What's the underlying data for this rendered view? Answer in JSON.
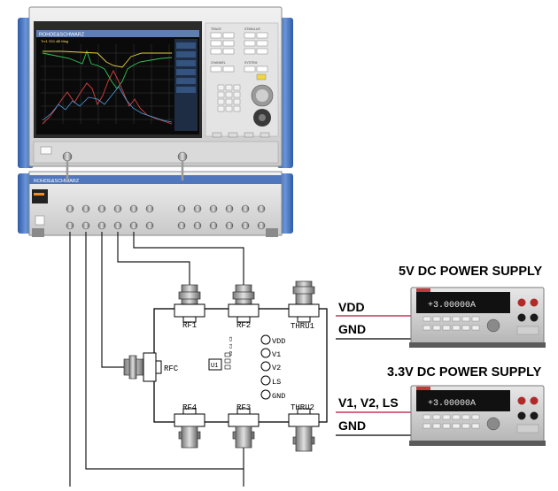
{
  "instrument": {
    "brand": "ROHDE&SCHWARZ",
    "extension_brand": "ROHDE&SCHWARZ",
    "section_labels": [
      "TRACE",
      "STIMULUS",
      "CHANNEL",
      "SYSTEM"
    ],
    "screen_tab": "Trc1  S21 dB Mag"
  },
  "board": {
    "ports": {
      "rf1": "RF1",
      "rf2": "RF2",
      "rf3": "RF3",
      "rf4": "RF4",
      "rfc": "RFC",
      "thru1": "THRU1",
      "thru2": "THRU2"
    },
    "chip": "U1",
    "chip_marking": "C2\nC4\nC3",
    "pins": [
      "VDD",
      "V1",
      "V2",
      "LS",
      "GND"
    ]
  },
  "supplies": [
    {
      "title": "5V DC POWER SUPPLY",
      "display": "+3.00000A",
      "signals": [
        "VDD",
        "GND"
      ]
    },
    {
      "title": "3.3V DC POWER SUPPLY",
      "display": "+3.00000A",
      "signals": [
        "V1, V2, LS",
        "GND"
      ]
    }
  ],
  "colors": {
    "instrument_blue": "#4a78c0",
    "signal_line": "#c03a5a",
    "screen": "#0a0a0a"
  }
}
